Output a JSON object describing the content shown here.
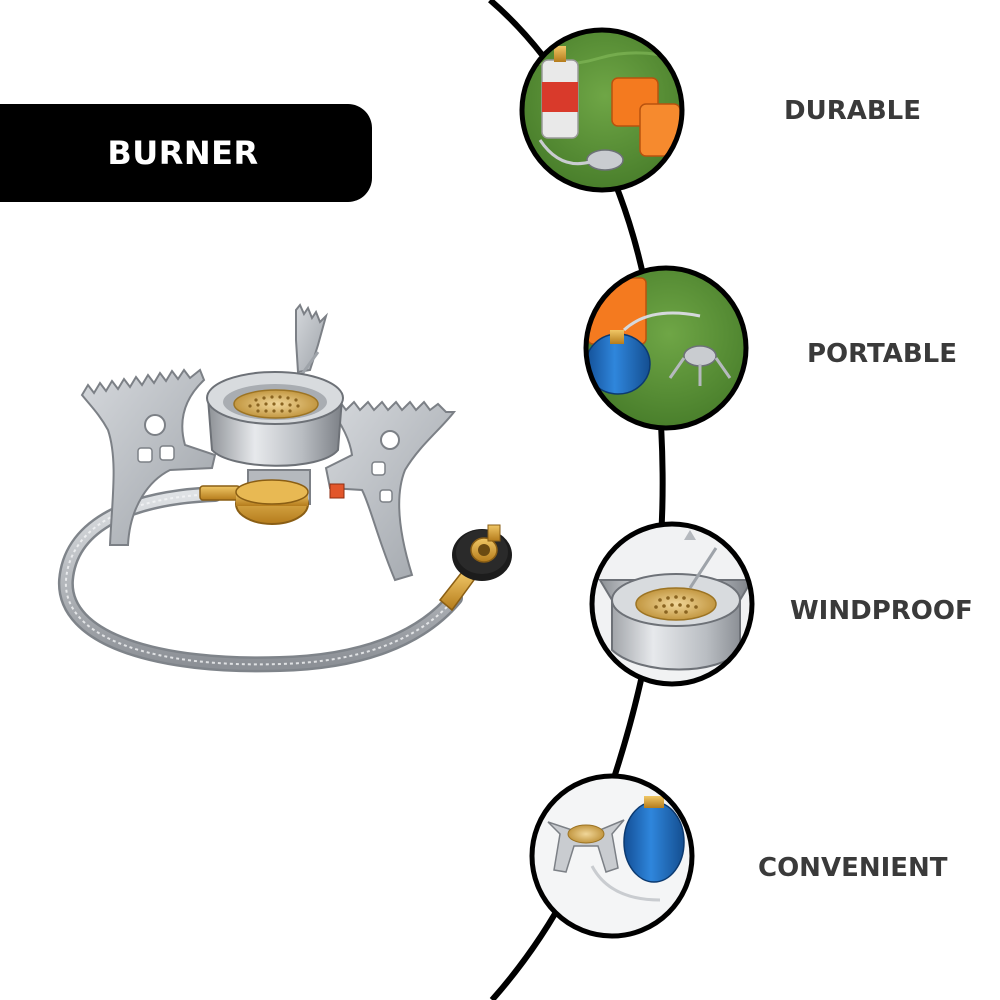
{
  "title": "BURNER",
  "features": [
    {
      "label": "DURABLE",
      "icon": "stove-with-gas-can-on-grass"
    },
    {
      "label": "PORTABLE",
      "icon": "stove-with-blue-canister-on-grass"
    },
    {
      "label": "WINDPROOF",
      "icon": "burner-head-closeup"
    },
    {
      "label": "CONVENIENT",
      "icon": "stove-and-canister-on-white"
    }
  ],
  "colors": {
    "banner": "#000000",
    "banner_text": "#ffffff",
    "label_text": "#3a3a3a",
    "grass": "#4f8a2e",
    "orange_case": "#f47a1f",
    "blue_canister": "#1f6fc4",
    "brass": "#d9a441",
    "steel": "#c9ccd0"
  }
}
